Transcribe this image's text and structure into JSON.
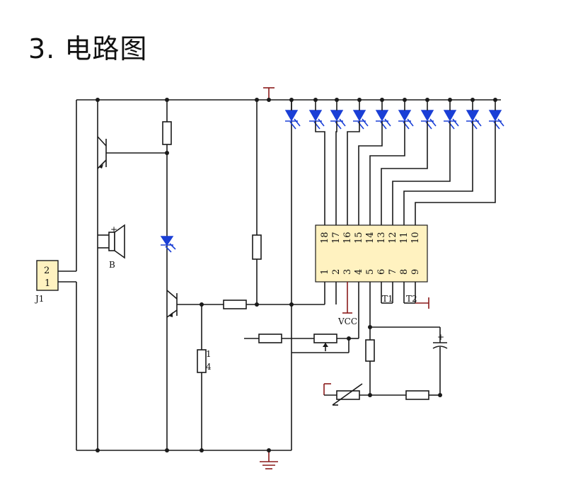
{
  "heading": "3. 电路图",
  "colors": {
    "wire": "#1a1a1a",
    "led": "#1a3fd6",
    "ground_symbol": "#8b1a1a",
    "connector_fill": "#fff2c0"
  },
  "connector": {
    "ref": "J1",
    "pin_top": "2",
    "pin_bottom": "1"
  },
  "speaker": {
    "ref": "B",
    "polarity": "+"
  },
  "ic": {
    "top_pins": [
      "18",
      "17",
      "16",
      "15",
      "14",
      "13",
      "12",
      "11",
      "10"
    ],
    "bottom_pins": [
      "1",
      "2",
      "3",
      "4",
      "5",
      "6",
      "7",
      "8",
      "9"
    ]
  },
  "labels": {
    "vcc": "VCC",
    "t1": "T1",
    "t2": "T2",
    "resistor_pin_top": "1",
    "resistor_pin_bottom": "4",
    "cap_polarity": "+"
  },
  "icons": [
    "ground-symbol",
    "led-icon",
    "transistor-icon",
    "speaker-icon",
    "resistor-icon",
    "capacitor-icon",
    "thermistor-icon",
    "potentiometer-icon"
  ]
}
